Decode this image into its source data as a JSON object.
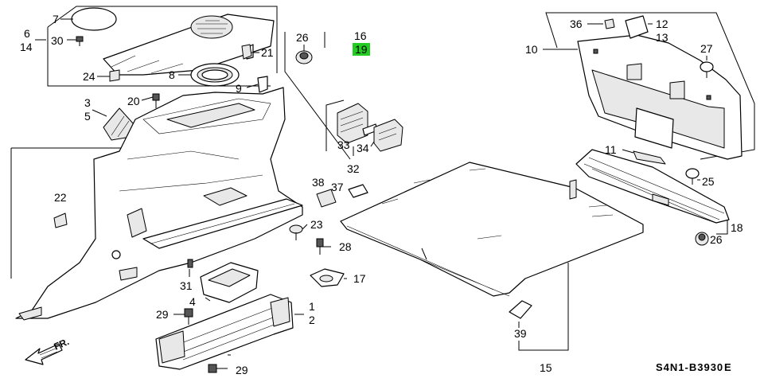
{
  "diagram": {
    "callouts": [
      {
        "key": "c6",
        "text": "6"
      },
      {
        "key": "c14",
        "text": "14"
      },
      {
        "key": "c7",
        "text": "7"
      },
      {
        "key": "c30",
        "text": "30"
      },
      {
        "key": "c24",
        "text": "24"
      },
      {
        "key": "c8",
        "text": "8"
      },
      {
        "key": "c21",
        "text": "21"
      },
      {
        "key": "c26a",
        "text": "26"
      },
      {
        "key": "c16",
        "text": "16"
      },
      {
        "key": "c19",
        "text": "19"
      },
      {
        "key": "c9",
        "text": "9"
      },
      {
        "key": "c3",
        "text": "3"
      },
      {
        "key": "c5",
        "text": "5"
      },
      {
        "key": "c20",
        "text": "20"
      },
      {
        "key": "c33",
        "text": "33"
      },
      {
        "key": "c34",
        "text": "34"
      },
      {
        "key": "c32",
        "text": "32"
      },
      {
        "key": "c22",
        "text": "22"
      },
      {
        "key": "c38",
        "text": "38"
      },
      {
        "key": "c37",
        "text": "37"
      },
      {
        "key": "c23",
        "text": "23"
      },
      {
        "key": "c28",
        "text": "28"
      },
      {
        "key": "c17",
        "text": "17"
      },
      {
        "key": "c31",
        "text": "31"
      },
      {
        "key": "c4",
        "text": "4"
      },
      {
        "key": "c1",
        "text": "1"
      },
      {
        "key": "c2",
        "text": "2"
      },
      {
        "key": "c29a",
        "text": "29"
      },
      {
        "key": "c29b",
        "text": "29"
      },
      {
        "key": "c39",
        "text": "39"
      },
      {
        "key": "c15",
        "text": "15"
      },
      {
        "key": "c36",
        "text": "36"
      },
      {
        "key": "c12",
        "text": "12"
      },
      {
        "key": "c13",
        "text": "13"
      },
      {
        "key": "c10",
        "text": "10"
      },
      {
        "key": "c27",
        "text": "27"
      },
      {
        "key": "c11",
        "text": "11"
      },
      {
        "key": "c25",
        "text": "25"
      },
      {
        "key": "c18",
        "text": "18"
      },
      {
        "key": "c26b",
        "text": "26"
      }
    ],
    "highlight_part": "19",
    "highlight_color": "#22cc22",
    "front_arrow_label": "FR.",
    "drawing_code": "S4N1-B3930",
    "drawing_code_suffix": "E"
  }
}
